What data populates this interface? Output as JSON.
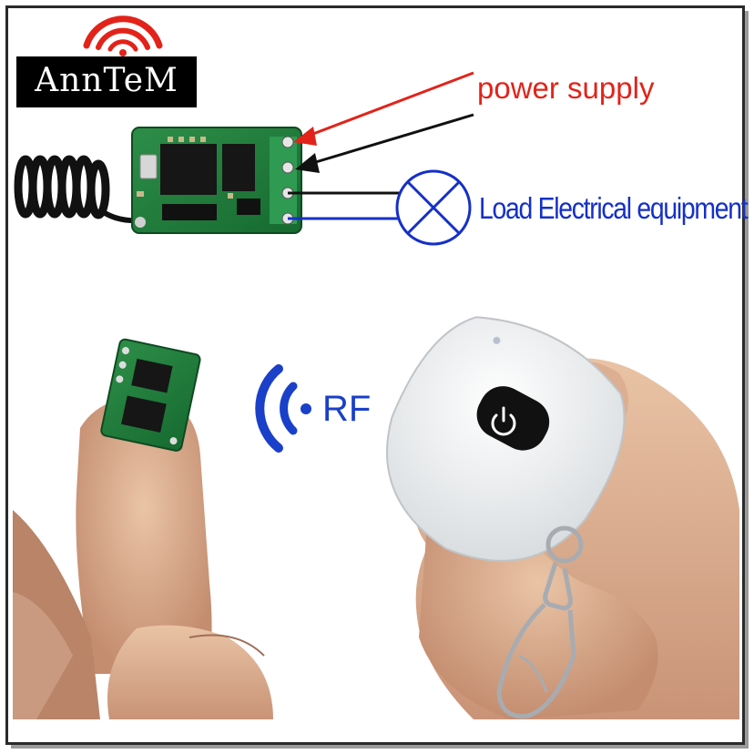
{
  "brand": {
    "logo_text": "AnnTeM"
  },
  "labels": {
    "power_supply": "power supply",
    "load": "Load Electrical equipment",
    "rf": "RF"
  },
  "colors": {
    "power_label": "#e2231a",
    "load_label": "#1530c8",
    "rf_label": "#1a3fc9",
    "logo_waves": "#e2231a",
    "pcb": "#1f7a3a"
  }
}
